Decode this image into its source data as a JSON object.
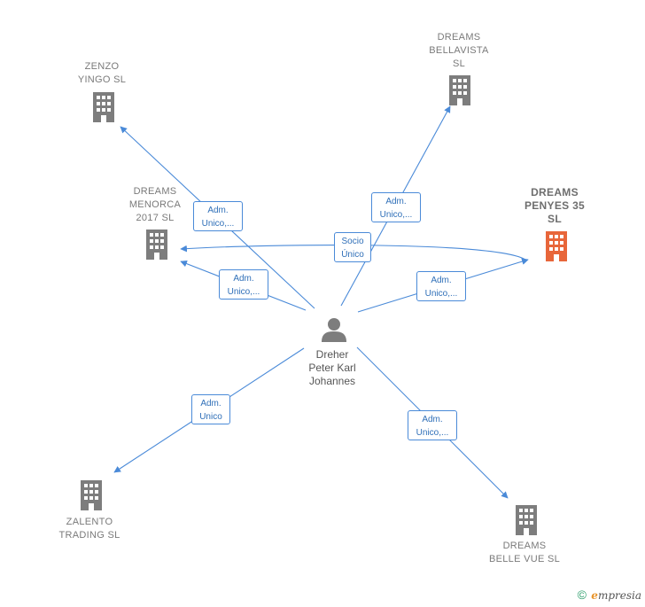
{
  "colors": {
    "edge": "#4a8ad8",
    "company": "#7d7d7d",
    "focus": "#e8663a",
    "person": "#7d7d7d"
  },
  "nodes": {
    "zenzo": "ZENZO\nYINGO  SL",
    "bellavista": "DREAMS\nBELLAVISTA\nSL",
    "menorca": "DREAMS\nMENORCA\n2017  SL",
    "penyes": "DREAMS\nPENYES 35\nSL",
    "zalento": "ZALENTO\nTRADING  SL",
    "bellevue": "DREAMS\nBELLE VUE  SL",
    "person": "Dreher\nPeter Karl\nJohannes"
  },
  "edges": {
    "zenzo": "Adm.\nUnico,...",
    "bellavista": "Adm.\nUnico,...",
    "menorca_socio": "Socio\nÚnico",
    "menorca_adm": "Adm.\nUnico,...",
    "penyes": "Adm.\nUnico,...",
    "zalento": "Adm.\nUnico",
    "bellevue": "Adm.\nUnico,..."
  },
  "footer": {
    "copyright": "©",
    "brand_initial": "e",
    "brand_rest": "mpresia"
  }
}
